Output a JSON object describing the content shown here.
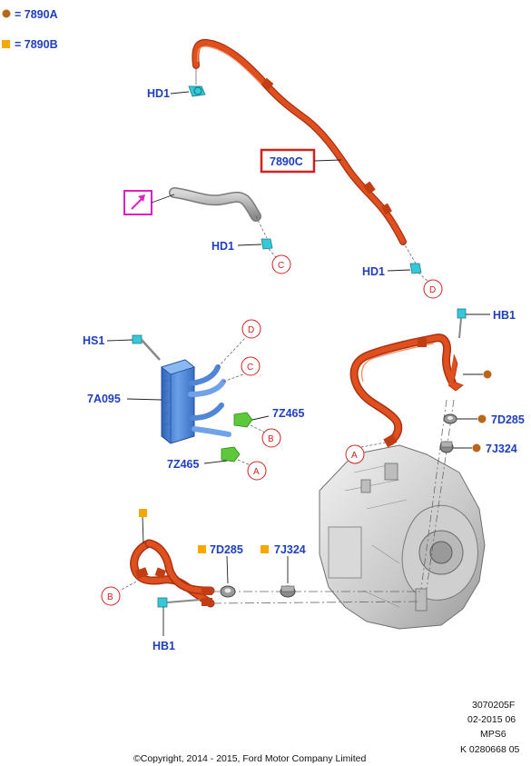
{
  "legend": [
    {
      "symbol": "circle",
      "color": "#b8661a",
      "text": "= 7890A"
    },
    {
      "symbol": "square",
      "color": "#f5a800",
      "text": "= 7890B"
    }
  ],
  "labels": {
    "hd1_top": "HD1",
    "hd1_mid": "HD1",
    "hd1_right": "HD1",
    "part_7890c": "7890C",
    "hb1_top": "HB1",
    "hs1": "HS1",
    "p7a095": "7A095",
    "p7z465_a": "7Z465",
    "p7z465_b": "7Z465",
    "p7d285_right": "7D285",
    "p7j324_right": "7J324",
    "p7d285_bottom": "7D285",
    "p7j324_bottom": "7J324",
    "hb1_bottom": "HB1"
  },
  "callouts": {
    "c_mid": "C",
    "d_right": "D",
    "d_cooler": "D",
    "c_cooler": "C",
    "b_cooler": "B",
    "a_cooler": "A",
    "a_hose": "A",
    "b_bottom": "B"
  },
  "colors": {
    "hose": "#e0501e",
    "hose_dark": "#a83212",
    "cooler": "#4f86d6",
    "clip_cyan": "#36c8d8",
    "clamp_green": "#5cc83a",
    "callout_red": "#d42020",
    "label_blue": "#1f3fbf",
    "highlight_magenta": "#e020c0"
  },
  "footer": {
    "code1": "3070205F",
    "code2": "02-2015 06",
    "code3": "MPS6",
    "code4": "K 0280668 05",
    "copyright": "©Copyright, 2014 - 2015, Ford Motor Company Limited"
  }
}
